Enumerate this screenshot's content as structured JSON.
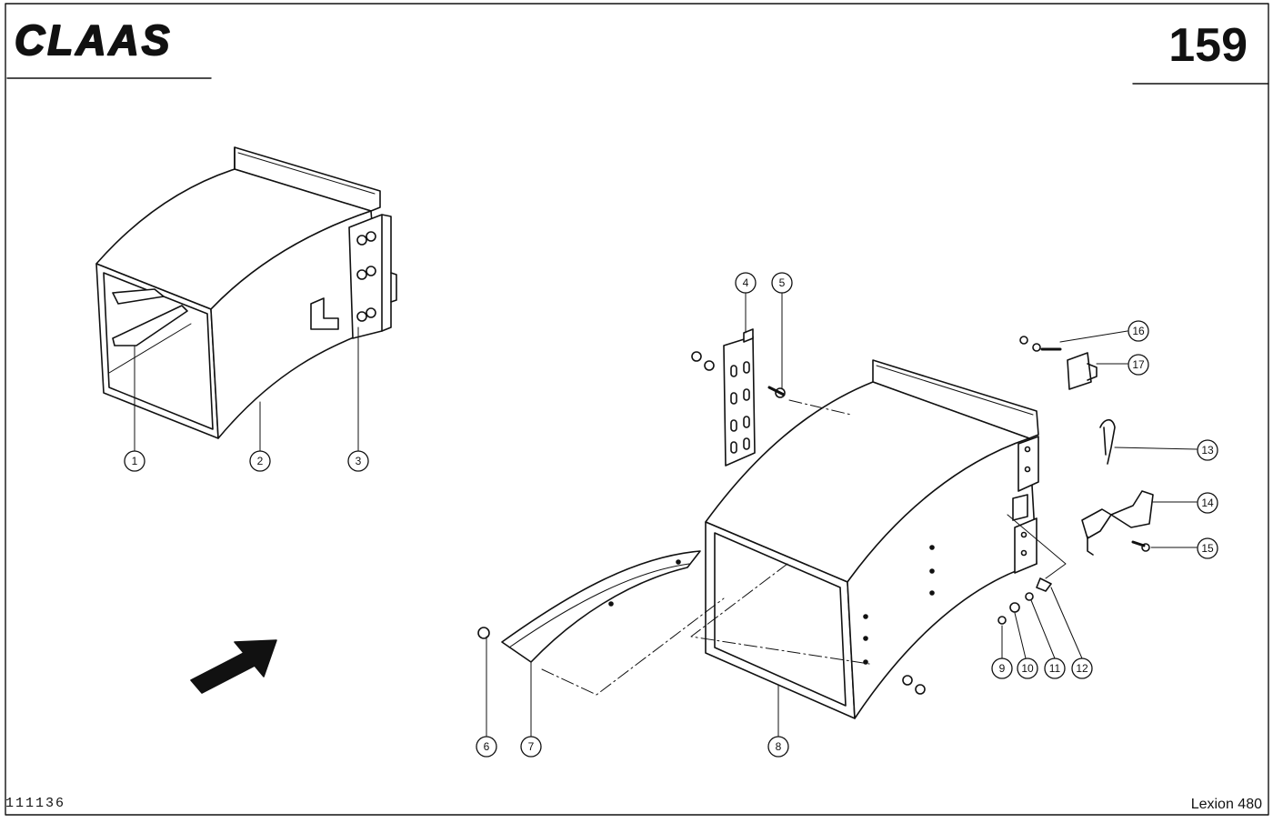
{
  "header": {
    "brand": "CLAAS",
    "page_number": "159"
  },
  "footer": {
    "drawing_code": "111136",
    "model": "Lexion 480"
  },
  "callouts": [
    {
      "label": "1"
    },
    {
      "label": "2"
    },
    {
      "label": "3"
    },
    {
      "label": "4"
    },
    {
      "label": "5"
    },
    {
      "label": "6"
    },
    {
      "label": "7"
    },
    {
      "label": "8"
    },
    {
      "label": "9"
    },
    {
      "label": "10"
    },
    {
      "label": "11"
    },
    {
      "label": "12"
    },
    {
      "label": "13"
    },
    {
      "label": "14"
    },
    {
      "label": "15"
    },
    {
      "label": "16"
    },
    {
      "label": "17"
    }
  ],
  "icons": {
    "direction": "direction-arrow-icon",
    "logo": "claas-logo"
  },
  "colors": {
    "ink": "#111111",
    "paper": "#ffffff"
  }
}
